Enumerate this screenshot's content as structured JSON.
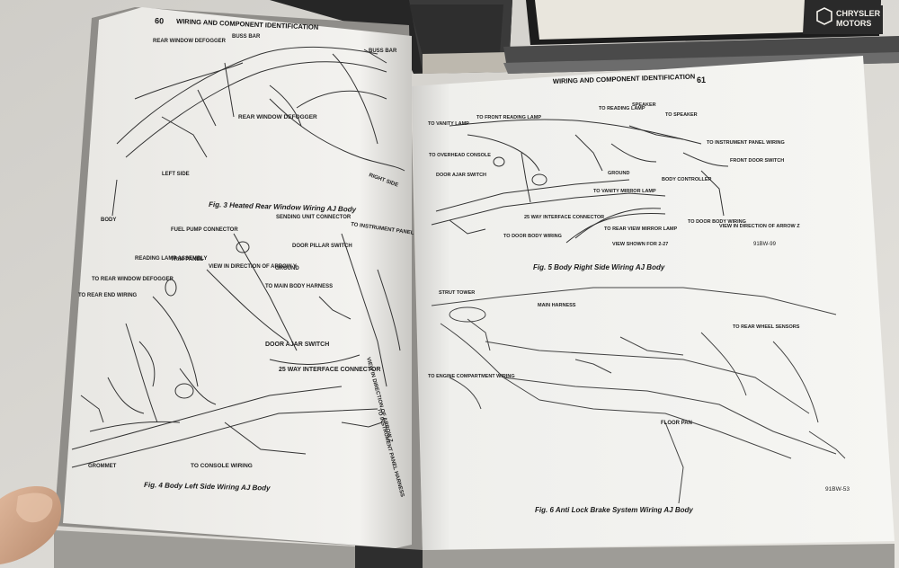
{
  "brand": {
    "line1": "CHRYSLER",
    "line2": "MOTORS"
  },
  "left_page": {
    "page_number": "60",
    "header": "WIRING AND COMPONENT IDENTIFICATION",
    "fig3_caption": "Fig. 3 Heated Rear Window Wiring AJ Body",
    "fig4_caption": "Fig. 4 Body Left Side Wiring AJ Body",
    "labels": {
      "rear_window_defogger_top": "REAR WINDOW DEFOGGER",
      "buss_bar_1": "BUSS BAR",
      "buss_bar_2": "BUSS BAR",
      "rear_window_defogger": "REAR WINDOW DEFOGGER",
      "left_side": "LEFT SIDE",
      "right_side": "RIGHT SIDE",
      "body": "BODY",
      "fuel_pump_connector": "FUEL PUMP CONNECTOR",
      "sending_unit_connector": "SENDING UNIT CONNECTOR",
      "to_instrument_panel_harness": "TO INSTRUMENT PANEL HARNESS",
      "reading_lamp_assembly": "READING LAMP ASSEMBLY",
      "trim_panel": "TRIM PANEL",
      "door_pillar_switch": "DOOR PILLAR SWITCH",
      "view_arrow_y": "VIEW IN DIRECTION OF ARROW Y",
      "ground": "GROUND",
      "to_rear_window_defogger": "TO REAR WINDOW DEFOGGER",
      "to_main_body_harness": "TO MAIN BODY HARNESS",
      "to_rear_end_wiring": "TO REAR END WIRING",
      "door_ajar_switch": "DOOR AJAR SWITCH",
      "interface_connector_25": "25 WAY INTERFACE CONNECTOR",
      "view_arrow_z": "VIEW IN DIRECTION OF ARROW Z",
      "to_instrument_panel_harness_2": "TO INSTRUMENT PANEL HARNESS",
      "grommet": "GROMMET",
      "to_console_wiring": "TO CONSOLE WIRING"
    }
  },
  "right_page": {
    "page_number": "61",
    "header": "WIRING AND COMPONENT IDENTIFICATION",
    "fig5_caption": "Fig. 5 Body Right Side Wiring AJ Body",
    "fig5_ref": "91BW-99",
    "fig6_caption": "Fig. 6 Anti Lock Brake System Wiring AJ Body",
    "fig6_ref": "91BW-53",
    "labels": {
      "to_vanity_lamp": "TO VANITY LAMP",
      "to_front_reading_lamp": "TO FRONT READING LAMP",
      "to_reading_lamp": "TO READING LAMP",
      "speaker": "SPEAKER",
      "to_speaker": "TO SPEAKER",
      "to_instrument_panel_wiring": "TO INSTRUMENT PANEL WIRING",
      "to_overhead_console": "TO OVERHEAD CONSOLE",
      "front_door_switch": "FRONT DOOR SWITCH",
      "door_ajar_switch": "DOOR AJAR SWITCH",
      "ground": "GROUND",
      "body_controller": "BODY CONTROLLER",
      "to_vanity_mirror_lamp": "TO VANITY MIRROR LAMP",
      "interface_connector_25": "25 WAY INTERFACE CONNECTOR",
      "to_rear_view_mirror_lamp": "TO REAR VIEW MIRROR LAMP",
      "to_door_body_wiring_1": "TO DOOR BODY WIRING",
      "to_door_body_wiring_2": "TO DOOR BODY WIRING",
      "view_arrow_z": "VIEW IN DIRECTION OF ARROW Z",
      "view_shown_for": "VIEW SHOWN FOR 2-27",
      "strut_tower": "STRUT TOWER",
      "main_harness": "MAIN HARNESS",
      "to_rear_wheel_sensors": "TO REAR WHEEL SENSORS",
      "to_engine_compartment_wiring": "TO ENGINE COMPARTMENT WIRING",
      "floor_pan": "FLOOR PAN"
    }
  }
}
